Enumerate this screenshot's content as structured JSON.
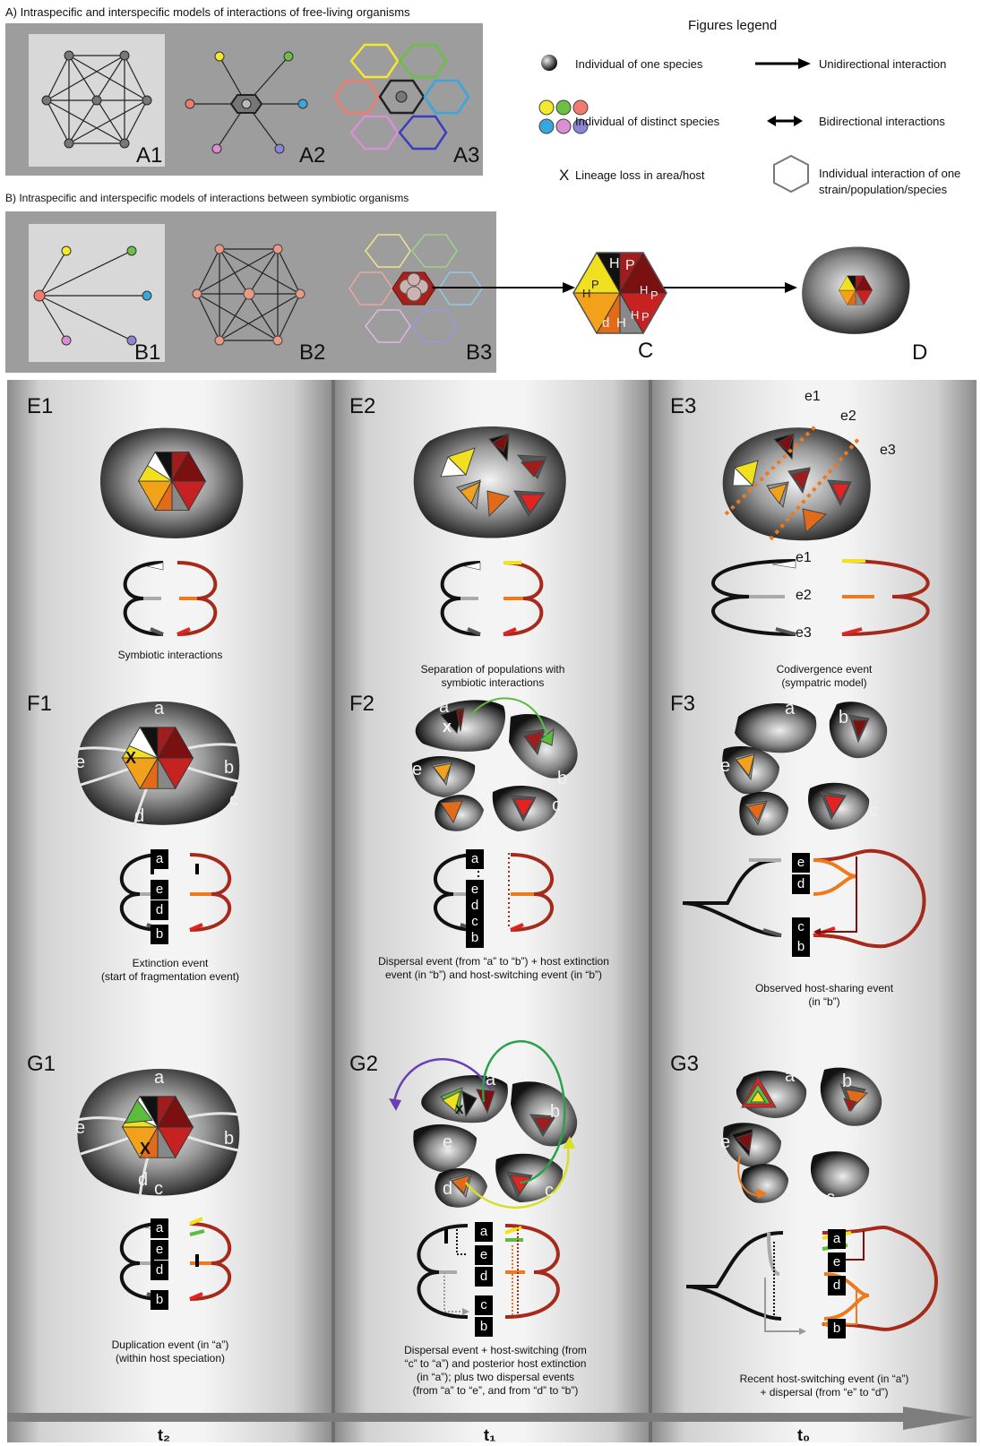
{
  "section_a": {
    "title": "A) Intraspecific and interspecific models of interactions of free-living organisms",
    "panels": [
      "A1",
      "A2",
      "A3"
    ]
  },
  "section_b": {
    "title": "B) Intraspecific and interspecific models of interactions between symbiotic organisms",
    "panels": [
      "B1",
      "B2",
      "B3",
      "C",
      "D"
    ]
  },
  "legend": {
    "title": "Figures legend",
    "individual_one_species": "Individual of one species",
    "distinct_species": "Individual of distinct species",
    "lineage_loss_mark": "X",
    "lineage_loss": "Lineage loss in area/host",
    "unidirectional": "Unidirectional interaction",
    "bidirectional": "Bidirectional interactions",
    "hexagon_line1": "Individual interaction of one",
    "hexagon_line2": "strain/population/species"
  },
  "hexagon_c_letters": [
    "H",
    "P",
    "H",
    "P",
    "H",
    "P",
    "H",
    "d",
    "H",
    "P"
  ],
  "panels": {
    "E1": {
      "label": "E1",
      "caption": [
        "Symbiotic interactions"
      ]
    },
    "E2": {
      "label": "E2",
      "caption": [
        "Separation of populations with",
        "symbiotic interactions"
      ]
    },
    "E3": {
      "label": "E3",
      "caption": [
        "Codivergence event",
        "(sympatric model)"
      ],
      "lines": [
        "e1",
        "e2",
        "e3"
      ]
    },
    "F1": {
      "label": "F1",
      "caption": [
        "Extinction event",
        "(start of fragmentation event)"
      ]
    },
    "F2": {
      "label": "F2",
      "caption": [
        "Dispersal event (from “a” to “b”) + host extinction",
        "event (in “b”) and host-switching event (in “b”)"
      ]
    },
    "F3": {
      "label": "F3",
      "caption": [
        "Observed host-sharing event",
        "(in “b”)"
      ]
    },
    "G1": {
      "label": "G1",
      "caption": [
        "Duplication event (in “a”)",
        "(within host speciation)"
      ]
    },
    "G2": {
      "label": "G2",
      "caption": [
        "Dispersal event + host-switching (from",
        "“c” to “a”) and posterior host extinction",
        "(in “a”); plus two dispersal events",
        "(from “a” to “e”, and from “d” to “b”)"
      ]
    },
    "G3": {
      "label": "G3",
      "caption": [
        "Recent host-switching event (in “a”)",
        "+ dispersal (from “e” to “d”)"
      ]
    }
  },
  "area_letters": [
    "a",
    "b",
    "c",
    "d",
    "e"
  ],
  "x_mark": "X",
  "timeline": [
    "t₂",
    "t₁",
    "t₀"
  ],
  "colors": {
    "panel_bg": "#9d9d9d",
    "host_line": "#111111",
    "parasite_line": "#a52a1c",
    "yellow": "#f2e21a",
    "orange": "#ee7a1d",
    "red": "#e32222",
    "dark_red": "#7a1010",
    "gray": "#7d7d7d"
  },
  "legend_colors": [
    "#f2ea2a",
    "#6cbe45",
    "#f27b6d",
    "#3aa6de",
    "#d98fd2",
    "#8a86d6"
  ]
}
